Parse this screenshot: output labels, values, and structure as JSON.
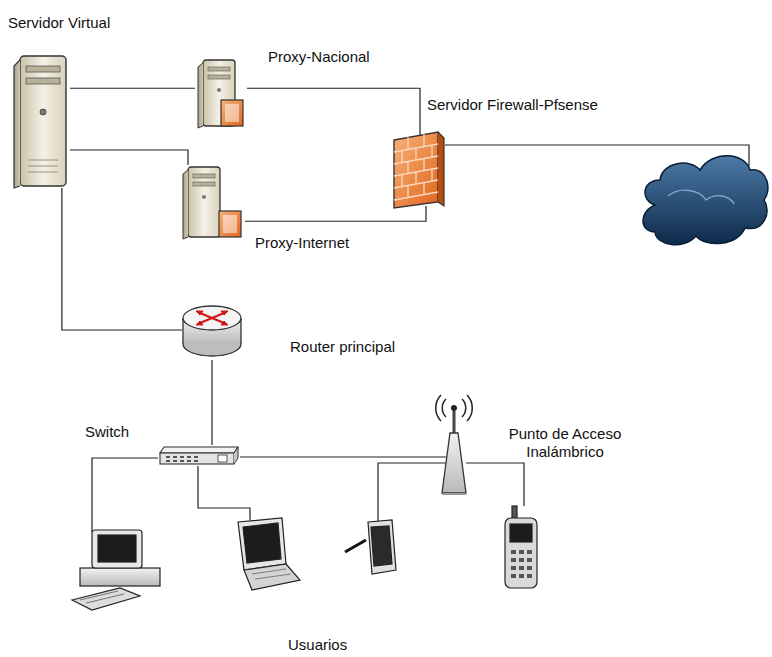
{
  "diagram": {
    "nodes": [
      {
        "text": [
          "Servidor Virtual"
        ]
      },
      {
        "text": [
          "Proxy-Nacional"
        ]
      },
      {
        "text": [
          "Servidor Firewall-Pfsense"
        ]
      },
      {
        "text": [
          "Proxy-Internet"
        ]
      },
      {
        "text": [
          "Router principal"
        ]
      },
      {
        "text": [
          "Switch"
        ]
      },
      {
        "text": [
          "Punto de Acceso Inalámbrico"
        ]
      }
    ],
    "edges": [
      {
        "from": 0,
        "to": 1,
        "arrow": "none"
      },
      {
        "from": 0,
        "to": 3,
        "arrow": "none"
      },
      {
        "from": 1,
        "to": 2,
        "arrow": "none"
      },
      {
        "from": 3,
        "to": 2,
        "arrow": "none"
      },
      {
        "from": 0,
        "to": 4,
        "arrow": "none"
      },
      {
        "from": 4,
        "to": 5,
        "arrow": "none"
      },
      {
        "from": 5,
        "to": 6,
        "arrow": "none"
      }
    ],
    "labels": [
      "Usuarios"
    ]
  }
}
